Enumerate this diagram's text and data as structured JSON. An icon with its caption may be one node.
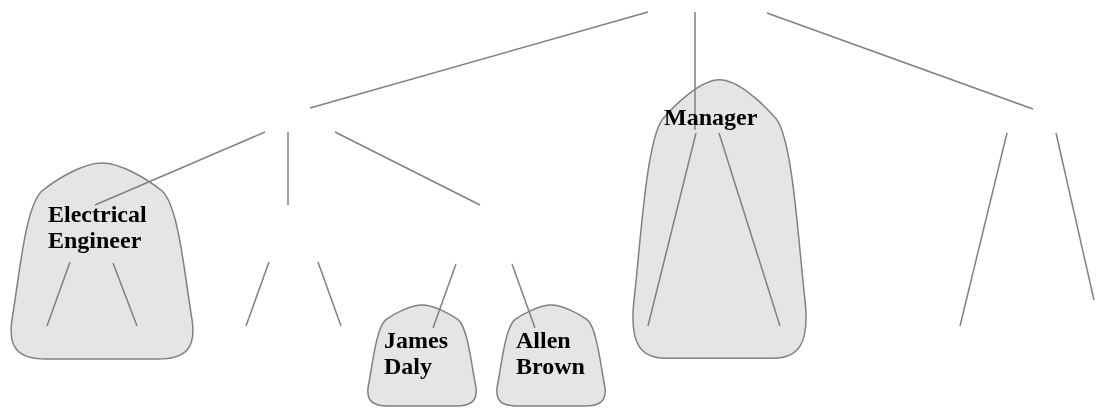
{
  "diagram": {
    "nodes": [
      {
        "text": [
          "Electrical Engineer"
        ]
      },
      {
        "text": [
          "James Daly"
        ]
      },
      {
        "text": [
          "Allen Brown"
        ]
      },
      {
        "text": [
          "Manager"
        ]
      }
    ]
  }
}
